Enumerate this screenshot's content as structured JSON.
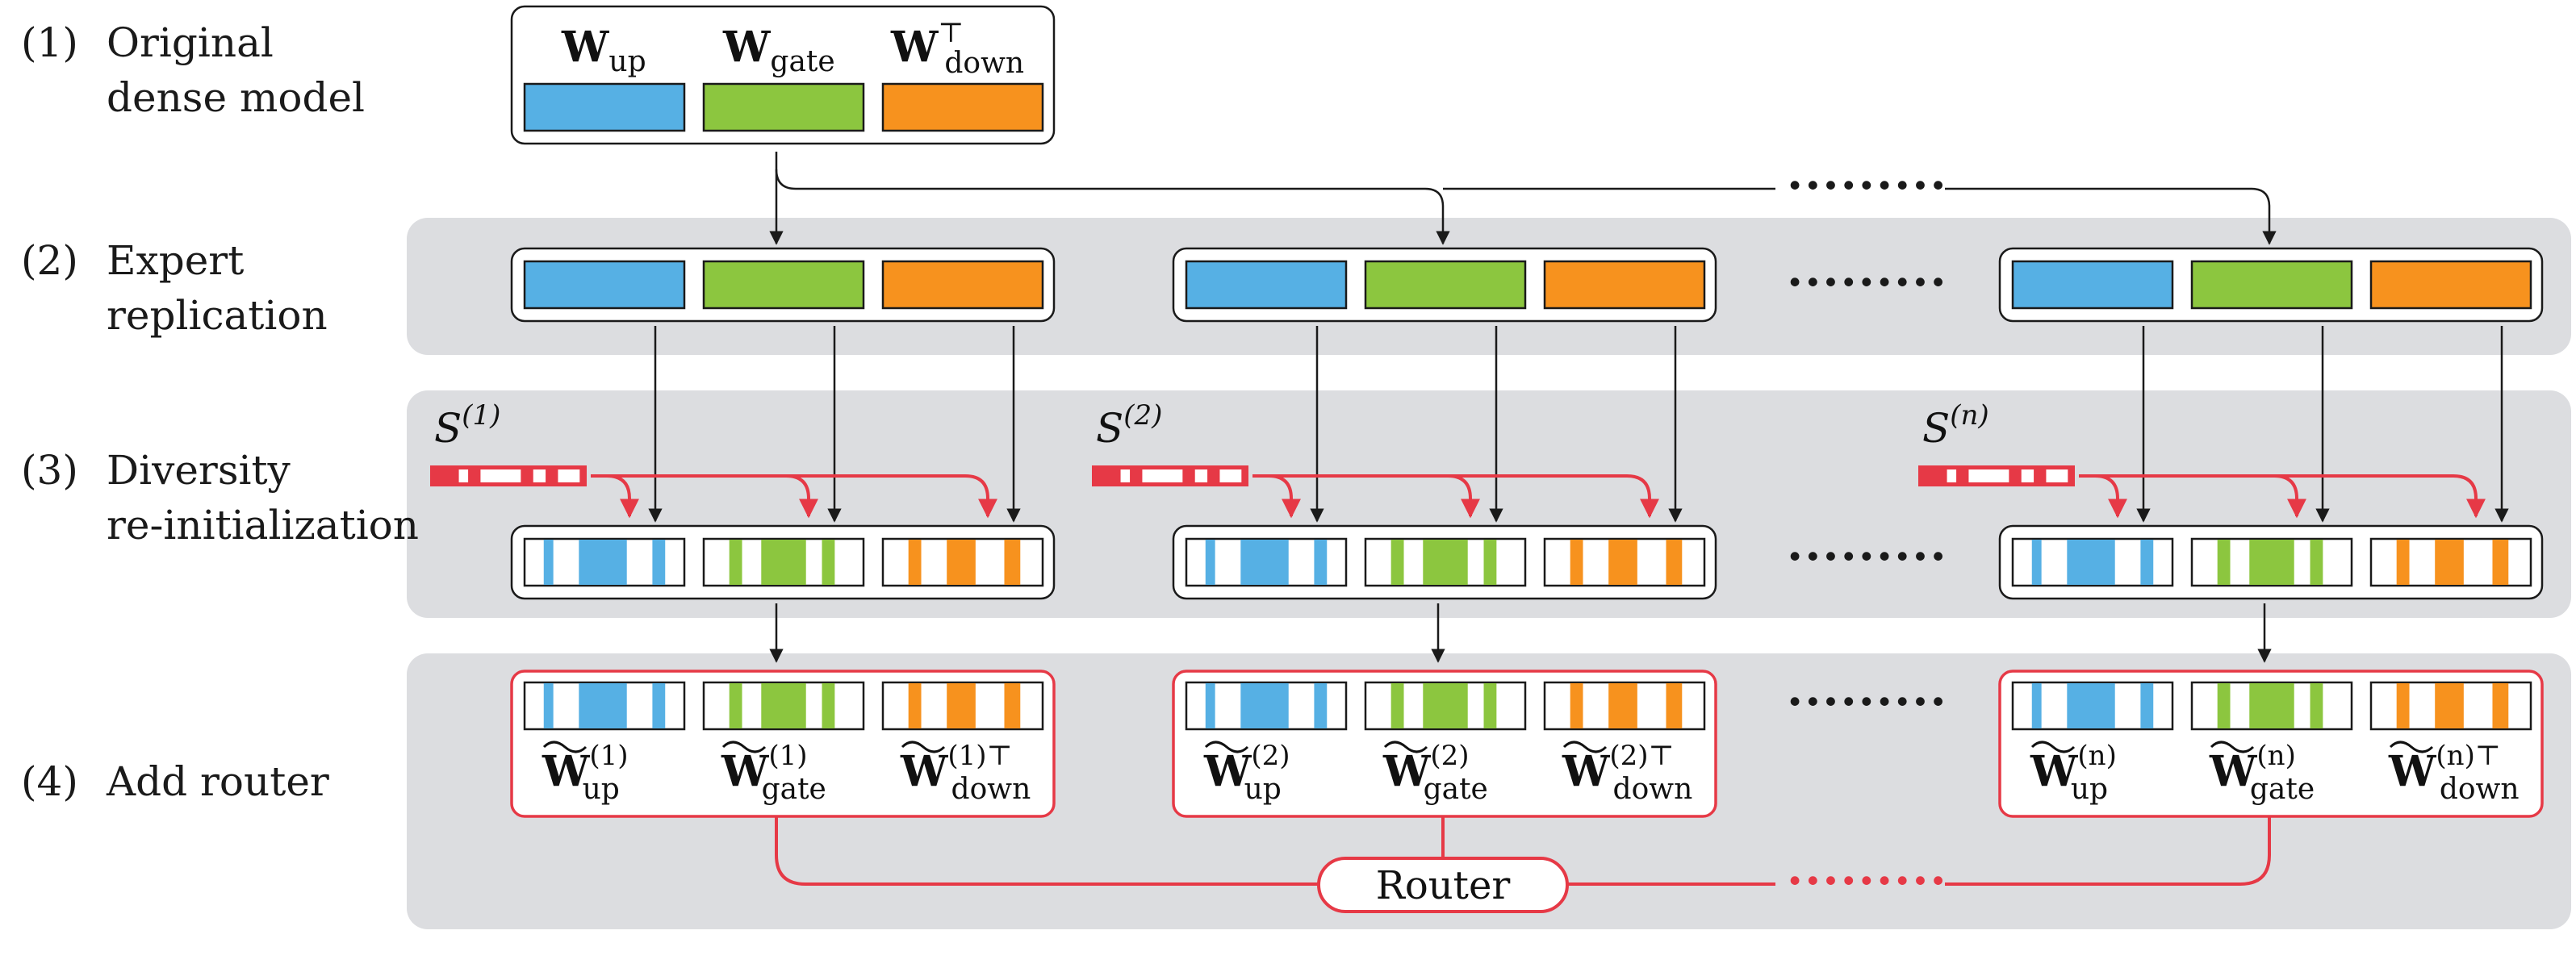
{
  "steps": [
    {
      "num": "(1)",
      "lines": [
        "Original",
        "dense model"
      ]
    },
    {
      "num": "(2)",
      "lines": [
        "Expert",
        "replication"
      ]
    },
    {
      "num": "(3)",
      "lines": [
        "Diversity",
        "re-initialization"
      ]
    },
    {
      "num": "(4)",
      "lines": [
        "Add router"
      ]
    }
  ],
  "dense_model": {
    "labels": [
      {
        "main": "W",
        "sub": "up",
        "sup": ""
      },
      {
        "main": "W",
        "sub": "gate",
        "sup": ""
      },
      {
        "main": "W",
        "sub": "down",
        "sup": "⊤"
      }
    ]
  },
  "experts": [
    {
      "s_label": "S",
      "s_sup": "(1)",
      "labels": [
        {
          "main": "W",
          "sub": "up",
          "sup": "(1)"
        },
        {
          "main": "W",
          "sub": "gate",
          "sup": "(1)"
        },
        {
          "main": "W",
          "sub": "down",
          "sup": "(1)⊤"
        }
      ]
    },
    {
      "s_label": "S",
      "s_sup": "(2)",
      "labels": [
        {
          "main": "W",
          "sub": "up",
          "sup": "(2)"
        },
        {
          "main": "W",
          "sub": "gate",
          "sup": "(2)"
        },
        {
          "main": "W",
          "sub": "down",
          "sup": "(2)⊤"
        }
      ]
    },
    {
      "s_label": "S",
      "s_sup": "(n)",
      "labels": [
        {
          "main": "W",
          "sub": "up",
          "sup": "(n)"
        },
        {
          "main": "W",
          "sub": "gate",
          "sup": "(n)"
        },
        {
          "main": "W",
          "sub": "down",
          "sup": "(n)⊤"
        }
      ]
    }
  ],
  "ellipsis": "·········",
  "router_label": "Router",
  "colors": {
    "up": "#56b0e4",
    "gate": "#8cc63f",
    "down": "#f7921e",
    "accent_red": "#e63946",
    "band_gray": "#dcdde0",
    "arrow_black": "#1a1a1a"
  }
}
